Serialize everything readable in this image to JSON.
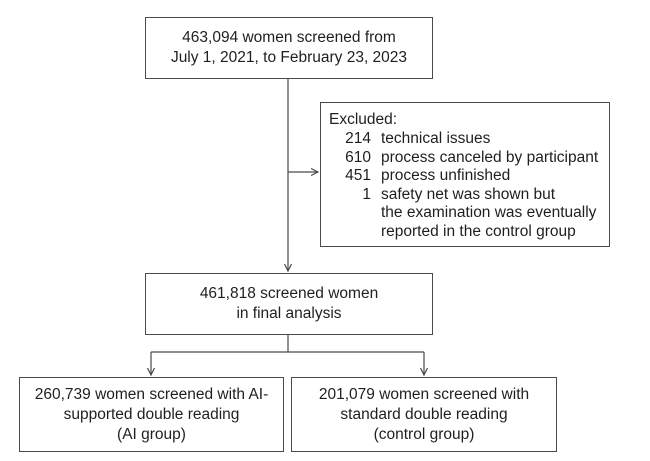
{
  "flowchart": {
    "screened": {
      "lines": [
        "463,094 women screened from",
        "July 1, 2021, to February 23, 2023"
      ]
    },
    "excluded": {
      "title": "Excluded:",
      "items": [
        {
          "count": "214",
          "lines": [
            "technical issues"
          ]
        },
        {
          "count": "610",
          "lines": [
            "process canceled by participant"
          ]
        },
        {
          "count": "451",
          "lines": [
            "process unfinished"
          ]
        },
        {
          "count": "1",
          "lines": [
            "safety net was shown but",
            "the examination was eventually",
            "reported in the control group"
          ]
        }
      ]
    },
    "final": {
      "lines": [
        "461,818 screened women",
        "in final analysis"
      ]
    },
    "ai_group": {
      "lines": [
        "260,739 women screened with AI-",
        "supported double reading",
        "(AI group)"
      ]
    },
    "control_group": {
      "lines": [
        "201,079 women screened with",
        "standard double reading",
        "(control group)"
      ]
    }
  }
}
